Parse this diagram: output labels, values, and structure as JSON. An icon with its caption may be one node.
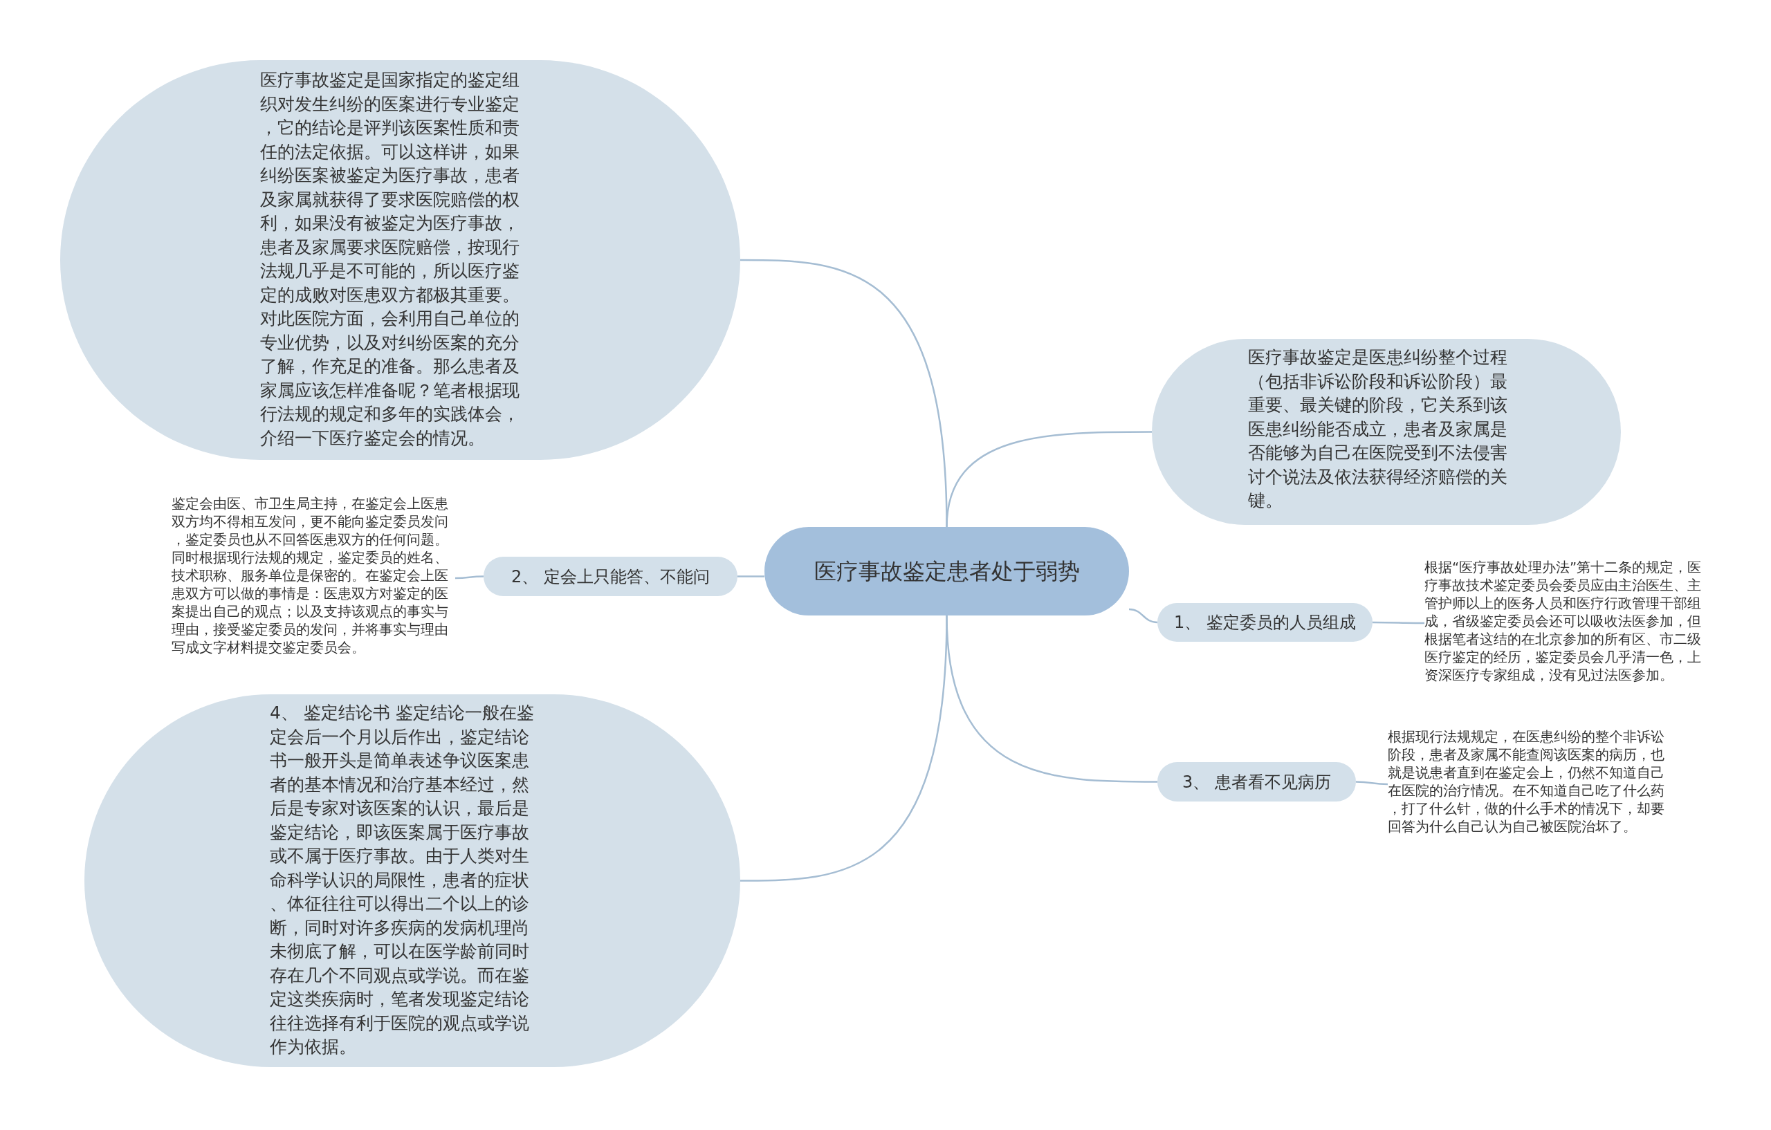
{
  "diagram": {
    "nodes": [
      {
        "text": [
          "医疗事故鉴定患者处于弱势"
        ]
      },
      {
        "text": [
          "医疗事故鉴定是国家指定的鉴定组织对发生纠纷的医案进行专业鉴定，它的结论是评判该医案性质和责任的法定依据。可以这样讲，如果纠纷医案被鉴定为医疗事故，患者及家属就获得了要求医院赔偿的权利，如果没有被鉴定为医疗事故，患者及家属要求医院赔偿，按现行法规几乎是不可能的，所以医疗鉴定的成败对医患双方都极其重要。对此医院方面，会利用自己单位的专业优势，以及对纠纷医案的充分了解，作充足的准备。那么患者及家属应该怎样准备呢？笔者根据现行法规的规定和多年的实践体会，介绍一下医疗鉴定会的情况。"
        ]
      },
      {
        "text": [
          "医疗事故鉴定是医患纠纷整个过程（包括非诉讼阶段和诉讼阶段）最重要、最关键的阶段，它关系到该医患纠纷能否成立，患者及家属是否能够为自己在医院受到不法侵害讨个说法及依法获得经济赔偿的关键。"
        ]
      },
      {
        "text": [
          "2、 定会上只能答、不能问"
        ]
      },
      {
        "text": [
          "鉴定会由医、市卫生局主持，在鉴定会上医患双方均不得相互发问，更不能向鉴定委员发问，鉴定委员也从不回答医患双方的任何问题。同时根据现行法规的规定，鉴定委员的姓名、技术职称、服务单位是保密的。在鉴定会上医患双方可以做的事情是：医患双方对鉴定的医案提出自己的观点；以及支持该观点的事实与理由，接受鉴定委员的发问，并将事实与理由写成文字材料提交鉴定委员会。"
        ]
      },
      {
        "text": [
          "1、 鉴定委员的人员组成"
        ]
      },
      {
        "text": [
          "根据“医疗事故处理办法”第十二条的规定，医疗事故技术鉴定委员会委员应由主治医生、主管护师以上的医务人员和医疗行政管理干部组成，省级鉴定委员会还可以吸收法医参加，但根据笔者这结的在北京参加的所有区、市二级医疗鉴定的经历，鉴定委员会几乎清一色，上资深医疗专家组成，没有见过法医参加。"
        ]
      },
      {
        "text": [
          "3、 患者看不见病历"
        ]
      },
      {
        "text": [
          "根据现行法规规定，在医患纠纷的整个非诉讼阶段，患者及家属不能查阅该医案的病历，也就是说患者直到在鉴定会上，仍然不知道自己在医院的治疗情况。在不知道自己吃了什么药，打了什么针，做的什么手术的情况下，却要回答为什么自己认为自己被医院治坏了。"
        ]
      },
      {
        "text": [
          "4、 鉴定结论书 鉴定结论一般在鉴定会后一个月以后作出，鉴定结论书一般开头是简单表述争议医案患者的基本情况和治疗基本经过，然后是专家对该医案的认识，最后是鉴定结论，即该医案属于医疗事故或不属于医疗事故。由于人类对生命科学认识的局限性，患者的症状、体征往往可以得出二个以上的诊断，同时对许多疾病的发病机理尚未彻底了解，可以在医学龄前同时存在几个不同观点或学说。而在鉴定这类疾病时，笔者发现鉴定结论往往选择有利于医院的观点或学说作为依据。"
        ]
      }
    ],
    "edges": [
      {
        "from": 0,
        "to": 1,
        "arrow": "none"
      },
      {
        "from": 0,
        "to": 2,
        "arrow": "none"
      },
      {
        "from": 0,
        "to": 3,
        "arrow": "none"
      },
      {
        "from": 0,
        "to": 5,
        "arrow": "none"
      },
      {
        "from": 0,
        "to": 7,
        "arrow": "none"
      },
      {
        "from": 0,
        "to": 9,
        "arrow": "none"
      },
      {
        "from": 3,
        "to": 4,
        "arrow": "none"
      },
      {
        "from": 5,
        "to": 6,
        "arrow": "none"
      },
      {
        "from": 7,
        "to": 8,
        "arrow": "none"
      }
    ]
  }
}
